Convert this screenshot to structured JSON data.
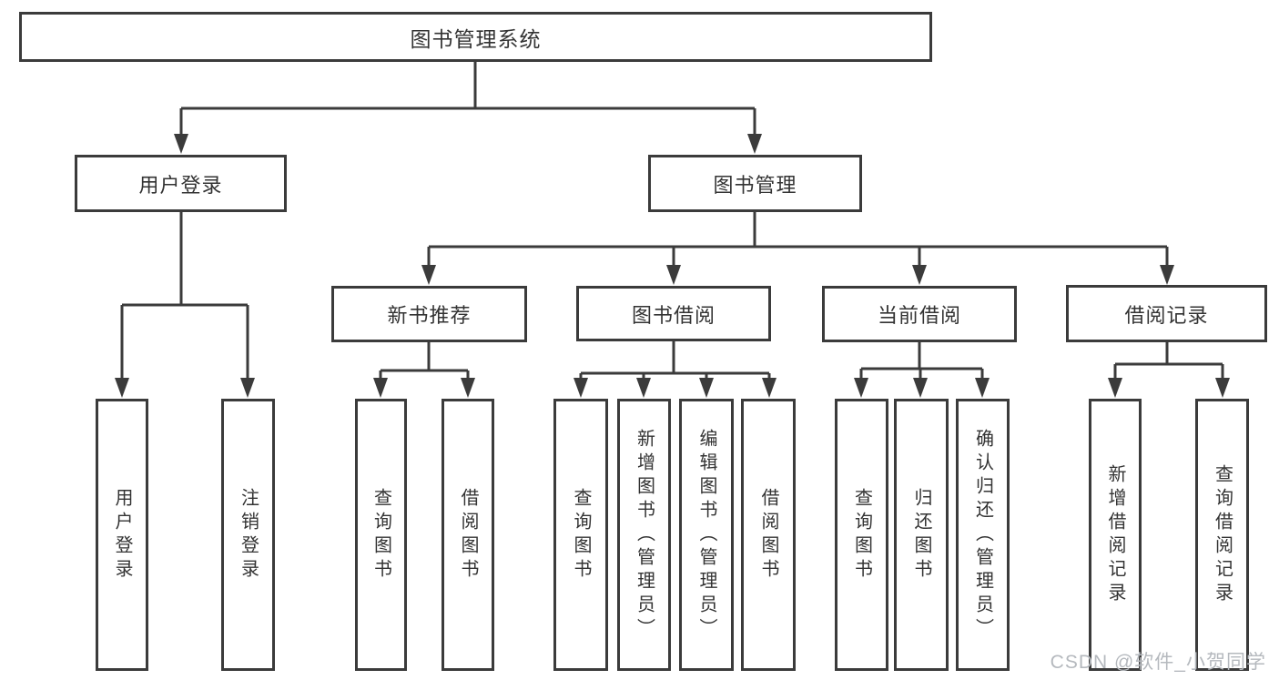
{
  "diagram": {
    "root": {
      "label": "图书管理系统"
    },
    "level2": [
      {
        "label": "用户登录"
      },
      {
        "label": "图书管理"
      }
    ],
    "level3": [
      {
        "label": "新书推荐"
      },
      {
        "label": "图书借阅"
      },
      {
        "label": "当前借阅"
      },
      {
        "label": "借阅记录"
      }
    ],
    "leaves": {
      "user_login": [
        "用户登录",
        "注销登录"
      ],
      "new_book": [
        "查询图书",
        "借阅图书"
      ],
      "book_borrow": [
        "查询图书",
        "新增图书（管理员）",
        "编辑图书（管理员）",
        "借阅图书"
      ],
      "current_borrow": [
        "查询图书",
        "归还图书",
        "确认归还（管理员）"
      ],
      "borrow_record": [
        "新增借阅记录",
        "查询借阅记录"
      ]
    }
  },
  "watermark": "CSDN @软件_小贺同学",
  "colors": {
    "line": "#3b3b3b",
    "text": "#333333",
    "watermark_text": "#b5b9be",
    "background": "#ffffff"
  }
}
